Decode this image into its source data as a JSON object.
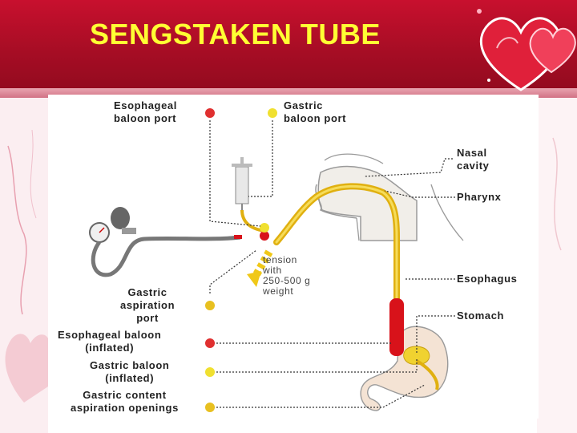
{
  "slide": {
    "title": "SENGSTAKEN TUBE"
  },
  "labels": {
    "esophageal_port": "Esophageal\nbaloon port",
    "gastric_port": "Gastric\nbaloon port",
    "nasal_cavity": "Nasal\ncavity",
    "pharynx": "Pharynx",
    "esophagus": "Esophagus",
    "stomach": "Stomach",
    "tension": "tension\nwith\n250-500 g\nweight",
    "gastric_aspiration_port": "Gastric\naspiration\nport",
    "esophageal_balloon_inflated": "Esophageal baloon\n(inflated)",
    "gastric_balloon_inflated": "Gastric baloon\n(inflated)",
    "gastric_content_openings": "Gastric content\naspiration openings"
  },
  "colors": {
    "header_red": "#c8102e",
    "title_yellow": "#ffff33",
    "tube_yellow": "#e8c218",
    "balloon_red": "#d8121a",
    "dot_red": "#e03030",
    "dot_yellow": "#f0e030",
    "dot_gold": "#e8c020"
  }
}
